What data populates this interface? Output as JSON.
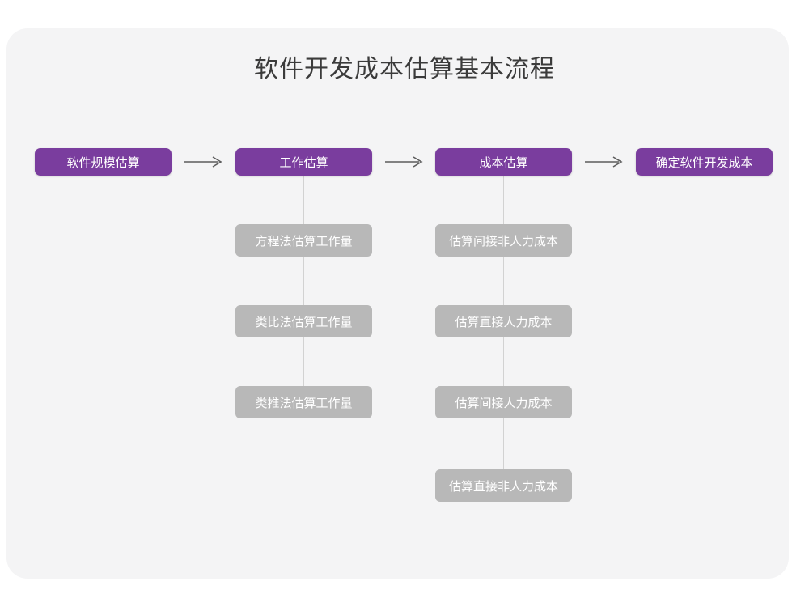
{
  "page": {
    "title": "软件开发成本估算基本流程",
    "background_color": "#ffffff",
    "card_color": "#f4f4f5"
  },
  "colors": {
    "primary": "#7a3d9e",
    "secondary": "#b8b8b8",
    "connector": "#d2d2d2",
    "arrow": "#5d5d5d",
    "title_text": "#3b3b3b",
    "node_text": "#ffffff"
  },
  "flow": {
    "steps": [
      {
        "label": "软件规模估算"
      },
      {
        "label": "工作估算"
      },
      {
        "label": "成本估算"
      },
      {
        "label": "确定软件开发成本"
      }
    ],
    "arrows": [
      {
        "glyph": "⟶"
      },
      {
        "glyph": "⟶"
      },
      {
        "glyph": "⟶"
      }
    ],
    "branches": [
      {
        "parent": "工作估算",
        "items": [
          {
            "label": "方程法估算工作量"
          },
          {
            "label": "类比法估算工作量"
          },
          {
            "label": "类推法估算工作量"
          }
        ]
      },
      {
        "parent": "成本估算",
        "items": [
          {
            "label": "估算间接非人力成本"
          },
          {
            "label": "估算直接人力成本"
          },
          {
            "label": "估算间接人力成本"
          },
          {
            "label": "估算直接非人力成本"
          }
        ]
      }
    ]
  }
}
